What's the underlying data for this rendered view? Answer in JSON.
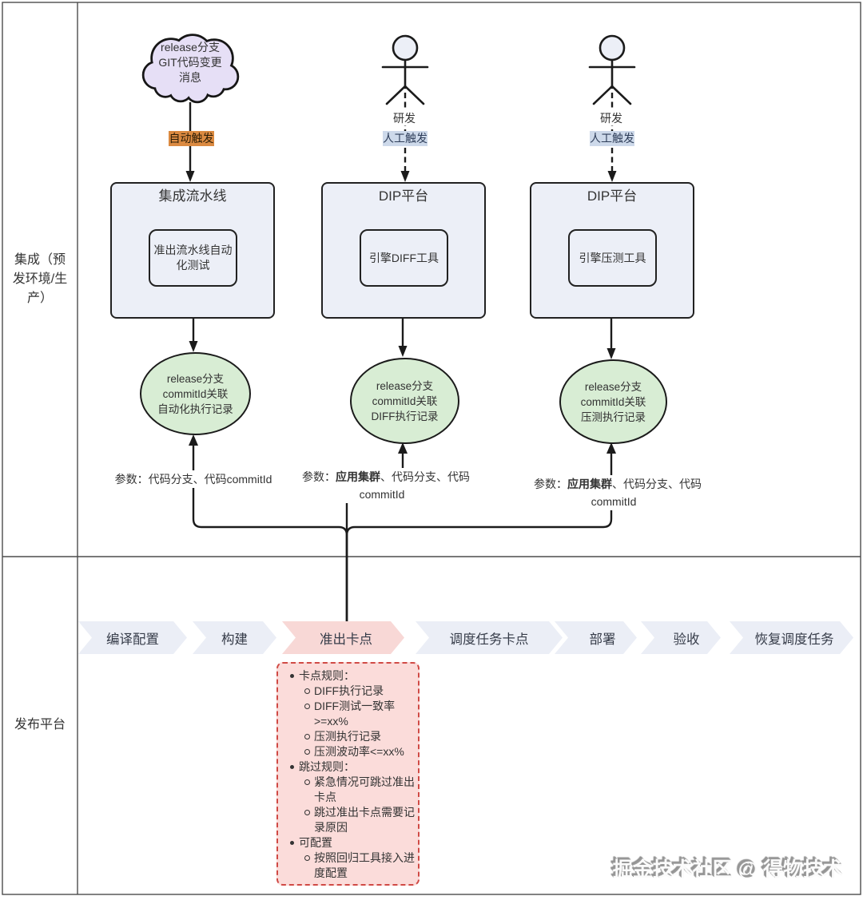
{
  "lanes": {
    "integration": "集成（预发环境/生产）",
    "release": "发布平台"
  },
  "cloud": {
    "lines": [
      "release分支",
      "GIT代码变更",
      "消息"
    ]
  },
  "actors": [
    {
      "label": "研发"
    },
    {
      "label": "研发"
    }
  ],
  "edges": {
    "auto_trigger": "自动触发",
    "manual_trigger_1": "人工触发",
    "manual_trigger_2": "人工触发"
  },
  "systems": [
    {
      "title": "集成流水线",
      "tool": "准出流水线自动化测试"
    },
    {
      "title": "DIP平台",
      "tool": "引擎DIFF工具"
    },
    {
      "title": "DIP平台",
      "tool": "引擎压测工具"
    }
  ],
  "records": [
    {
      "lines": [
        "release分支",
        "commitId关联",
        "自动化执行记录"
      ]
    },
    {
      "lines": [
        "release分支",
        "commitId关联",
        "DIFF执行记录"
      ]
    },
    {
      "lines": [
        "release分支",
        "commitId关联",
        "压测执行记录"
      ]
    }
  ],
  "params": [
    {
      "text": "参数：代码分支、代码commitId"
    },
    {
      "prefix": "参数：",
      "bold": "应用集群",
      "rest": "、代码分支、代码",
      "line2": "commitId"
    },
    {
      "prefix": "参数：",
      "bold": "应用集群",
      "rest": "、代码分支、代码",
      "line2": "commitId"
    }
  ],
  "pipeline": {
    "stages": [
      {
        "label": "编译配置",
        "active": false
      },
      {
        "label": "构建",
        "active": false
      },
      {
        "label": "准出卡点",
        "active": true
      },
      {
        "label": "调度任务卡点",
        "active": false
      },
      {
        "label": "部署",
        "active": false
      },
      {
        "label": "验收",
        "active": false
      },
      {
        "label": "恢复调度任务",
        "active": false
      }
    ]
  },
  "note": {
    "items": [
      {
        "level": 1,
        "text": "卡点规则："
      },
      {
        "level": 2,
        "text": "DIFF执行记录"
      },
      {
        "level": 2,
        "text": "DIFF测试一致率 >=xx%"
      },
      {
        "level": 2,
        "text": "压测执行记录"
      },
      {
        "level": 2,
        "text": "压测波动率<=xx%"
      },
      {
        "level": 1,
        "text": "跳过规则："
      },
      {
        "level": 2,
        "text": "紧急情况可跳过准出卡点"
      },
      {
        "level": 2,
        "text": "跳过准出卡点需要记录原因"
      },
      {
        "level": 1,
        "text": "可配置"
      },
      {
        "level": 2,
        "text": "按照回归工具接入进度配置"
      }
    ]
  },
  "watermark": {
    "text": "掘金技术社区 @ 得物技术"
  },
  "colors": {
    "box_fill": "#ECEFF7",
    "box_border": "#212121",
    "record_fill": "#D8EDD4",
    "cloud_fill": "#E6DFF6",
    "auto_trigger_bg": "#DB8A41",
    "manual_trigger_bg": "#CDD9EA",
    "stage_bg": "#EBEEF6",
    "stage_active_bg": "#F8D8D6",
    "note_bg": "#FBDCDA",
    "note_border": "#D04A45",
    "line": "#1b1b1b",
    "frame": "#4c4c4c",
    "text": "#333333"
  }
}
